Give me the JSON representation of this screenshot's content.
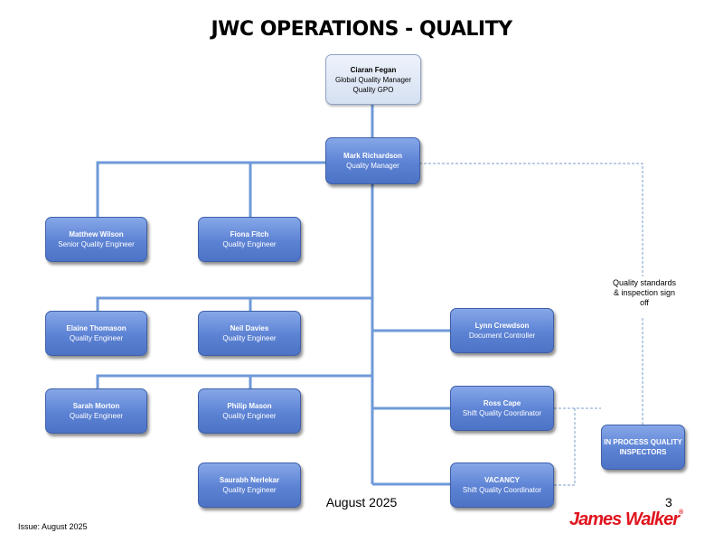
{
  "title": "JWC OPERATIONS - QUALITY",
  "nodes": {
    "ciaran": {
      "name": "Ciaran Fegan",
      "role": "Global Quality Manager",
      "role2": "Quality GPO"
    },
    "mark": {
      "name": "Mark Richardson",
      "role": "Quality Manager"
    },
    "matthew": {
      "name": "Matthew Wilson",
      "role": "Senior Quality Engineer"
    },
    "fiona": {
      "name": "Fiona Fitch",
      "role": "Quality Engineer"
    },
    "elaine": {
      "name": "Elaine Thomason",
      "role": "Quality Engineer"
    },
    "neil": {
      "name": "Neil Davies",
      "role": "Quality Engineer"
    },
    "lynn": {
      "name": "Lynn Crewdson",
      "role": "Document Controller"
    },
    "sarah": {
      "name": "Sarah Morton",
      "role": "Quality Engineer"
    },
    "philip": {
      "name": "Philip Mason",
      "role": "Quality Engineer"
    },
    "ross": {
      "name": "Ross Cape",
      "role": "Shift Quality Coordinator"
    },
    "inspectors": {
      "name": "IN PROCESS QUALITY INSPECTORS"
    },
    "saurabh": {
      "name": "Saurabh Nerlekar",
      "role": "Quality Engineer"
    },
    "vacancy": {
      "name": "VACANCY",
      "role": "Shift Quality Coordinator"
    }
  },
  "note": "Quality standards & inspection sign off",
  "footer": {
    "date": "August  2025",
    "page": "3",
    "issue": "Issue:  August 2025",
    "logo": "James Walker"
  },
  "colors": {
    "line": "#6f9ad8",
    "box": "#5c82d4",
    "logo": "#e0141e"
  }
}
